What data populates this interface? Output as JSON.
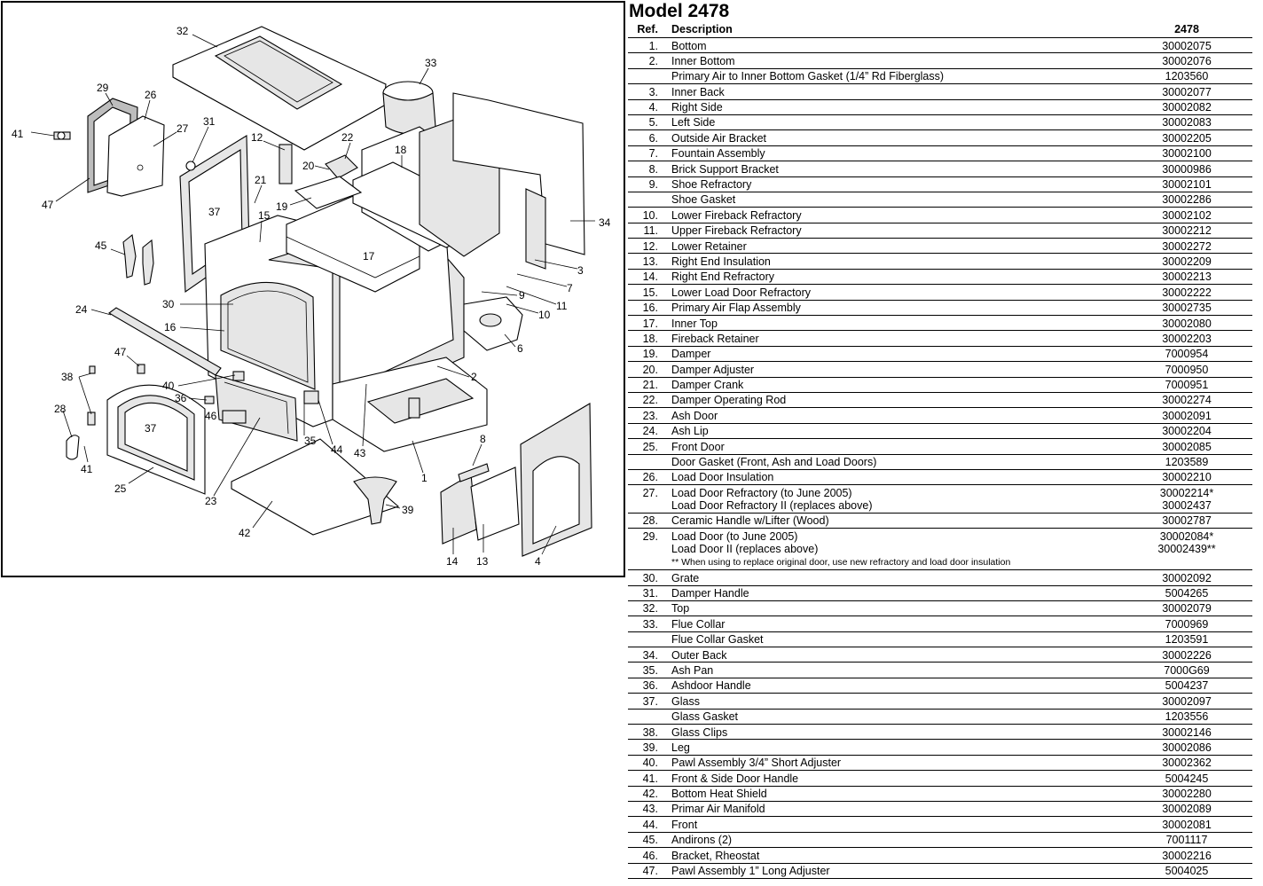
{
  "title": "Model 2478",
  "table": {
    "headers": {
      "ref": "Ref.",
      "description": "Description",
      "number": "2478"
    },
    "rows": [
      {
        "ref": "1.",
        "lines": [
          "Bottom"
        ],
        "nums": [
          "30002075"
        ]
      },
      {
        "ref": "2.",
        "lines": [
          "Inner Bottom"
        ],
        "nums": [
          "30002076"
        ]
      },
      {
        "ref": "",
        "lines": [
          "Primary Air to Inner Bottom Gasket (1/4” Rd Fiberglass)"
        ],
        "nums": [
          "1203560"
        ]
      },
      {
        "ref": "3.",
        "lines": [
          "Inner Back"
        ],
        "nums": [
          "30002077"
        ]
      },
      {
        "ref": "4.",
        "lines": [
          "Right Side"
        ],
        "nums": [
          "30002082"
        ]
      },
      {
        "ref": "5.",
        "lines": [
          "Left Side"
        ],
        "nums": [
          "30002083"
        ]
      },
      {
        "ref": "6.",
        "lines": [
          "Outside Air Bracket"
        ],
        "nums": [
          "30002205"
        ]
      },
      {
        "ref": "7.",
        "lines": [
          "Fountain Assembly"
        ],
        "nums": [
          "30002100"
        ]
      },
      {
        "ref": "8.",
        "lines": [
          "Brick Support Bracket"
        ],
        "nums": [
          "30000986"
        ]
      },
      {
        "ref": "9.",
        "lines": [
          "Shoe Refractory"
        ],
        "nums": [
          "30002101"
        ]
      },
      {
        "ref": "",
        "lines": [
          "Shoe Gasket"
        ],
        "nums": [
          "30002286"
        ]
      },
      {
        "ref": "10.",
        "lines": [
          "Lower Fireback Refractory"
        ],
        "nums": [
          "30002102"
        ]
      },
      {
        "ref": "11.",
        "lines": [
          "Upper Fireback Refractory"
        ],
        "nums": [
          "30002212"
        ]
      },
      {
        "ref": "12.",
        "lines": [
          "Lower Retainer"
        ],
        "nums": [
          "30002272"
        ]
      },
      {
        "ref": "13.",
        "lines": [
          "Right End Insulation"
        ],
        "nums": [
          "30002209"
        ]
      },
      {
        "ref": "14.",
        "lines": [
          "Right End Refractory"
        ],
        "nums": [
          "30002213"
        ]
      },
      {
        "ref": "15.",
        "lines": [
          "Lower Load Door Refractory"
        ],
        "nums": [
          "30002222"
        ]
      },
      {
        "ref": "16.",
        "lines": [
          "Primary Air Flap Assembly"
        ],
        "nums": [
          "30002735"
        ]
      },
      {
        "ref": "17.",
        "lines": [
          "Inner Top"
        ],
        "nums": [
          "30002080"
        ]
      },
      {
        "ref": "18.",
        "lines": [
          "Fireback Retainer"
        ],
        "nums": [
          "30002203"
        ]
      },
      {
        "ref": "19.",
        "lines": [
          "Damper"
        ],
        "nums": [
          "7000954"
        ]
      },
      {
        "ref": "20.",
        "lines": [
          "Damper Adjuster"
        ],
        "nums": [
          "7000950"
        ]
      },
      {
        "ref": "21.",
        "lines": [
          "Damper Crank"
        ],
        "nums": [
          "7000951"
        ]
      },
      {
        "ref": "22.",
        "lines": [
          "Damper Operating Rod"
        ],
        "nums": [
          "30002274"
        ]
      },
      {
        "ref": "23.",
        "lines": [
          "Ash Door"
        ],
        "nums": [
          "30002091"
        ]
      },
      {
        "ref": "24.",
        "lines": [
          "Ash Lip"
        ],
        "nums": [
          "30002204"
        ]
      },
      {
        "ref": "25.",
        "lines": [
          "Front Door"
        ],
        "nums": [
          "30002085"
        ]
      },
      {
        "ref": "",
        "lines": [
          "Door Gasket (Front, Ash and Load Doors)"
        ],
        "nums": [
          "1203589"
        ]
      },
      {
        "ref": "26.",
        "lines": [
          "Load Door Insulation"
        ],
        "nums": [
          "30002210"
        ]
      },
      {
        "ref": "27.",
        "lines": [
          "Load Door Refractory (to June 2005)",
          "Load Door Refractory II (replaces above)"
        ],
        "nums": [
          "30002214*",
          "30002437"
        ]
      },
      {
        "ref": "28.",
        "lines": [
          "Ceramic Handle w/Lifter (Wood)"
        ],
        "nums": [
          "30002787"
        ]
      },
      {
        "ref": "29.",
        "lines": [
          "Load Door (to June 2005)",
          "Load Door II (replaces above)"
        ],
        "nums": [
          "30002084*",
          "30002439**"
        ],
        "note": "** When using to replace original door, use new refractory and load door insulation"
      },
      {
        "ref": "30.",
        "lines": [
          "Grate"
        ],
        "nums": [
          "30002092"
        ]
      },
      {
        "ref": "31.",
        "lines": [
          "Damper Handle"
        ],
        "nums": [
          "5004265"
        ]
      },
      {
        "ref": "32.",
        "lines": [
          "Top"
        ],
        "nums": [
          "30002079"
        ]
      },
      {
        "ref": "33.",
        "lines": [
          "Flue Collar"
        ],
        "nums": [
          "7000969"
        ]
      },
      {
        "ref": "",
        "lines": [
          "Flue Collar Gasket"
        ],
        "nums": [
          "1203591"
        ]
      },
      {
        "ref": "34.",
        "lines": [
          "Outer Back"
        ],
        "nums": [
          "30002226"
        ]
      },
      {
        "ref": "35.",
        "lines": [
          "Ash Pan"
        ],
        "nums": [
          "7000G69"
        ]
      },
      {
        "ref": "36.",
        "lines": [
          "Ashdoor Handle"
        ],
        "nums": [
          "5004237"
        ]
      },
      {
        "ref": "37.",
        "lines": [
          "Glass"
        ],
        "nums": [
          "30002097"
        ]
      },
      {
        "ref": "",
        "lines": [
          "Glass Gasket"
        ],
        "nums": [
          "1203556"
        ]
      },
      {
        "ref": "38.",
        "lines": [
          "Glass Clips"
        ],
        "nums": [
          "30002146"
        ]
      },
      {
        "ref": "39.",
        "lines": [
          "Leg"
        ],
        "nums": [
          "30002086"
        ]
      },
      {
        "ref": "40.",
        "lines": [
          "Pawl Assembly 3/4” Short Adjuster"
        ],
        "nums": [
          "30002362"
        ]
      },
      {
        "ref": "41.",
        "lines": [
          "Front & Side Door Handle"
        ],
        "nums": [
          "5004245"
        ]
      },
      {
        "ref": "42.",
        "lines": [
          "Bottom Heat Shield"
        ],
        "nums": [
          "30002280"
        ]
      },
      {
        "ref": "43.",
        "lines": [
          "Primar Air Manifold"
        ],
        "nums": [
          "30002089"
        ]
      },
      {
        "ref": "44.",
        "lines": [
          "Front"
        ],
        "nums": [
          "30002081"
        ]
      },
      {
        "ref": "45.",
        "lines": [
          "Andirons (2)"
        ],
        "nums": [
          "7001117"
        ]
      },
      {
        "ref": "46.",
        "lines": [
          "Bracket, Rheostat"
        ],
        "nums": [
          "30002216"
        ]
      },
      {
        "ref": "47.",
        "lines": [
          "Pawl Assembly 1” Long Adjuster"
        ],
        "nums": [
          "5004025"
        ]
      }
    ]
  },
  "diagram": {
    "callouts": [
      "32",
      "33",
      "29",
      "26",
      "27",
      "31",
      "41",
      "12",
      "22",
      "18",
      "20",
      "47",
      "21",
      "37",
      "19",
      "15",
      "34",
      "45",
      "17",
      "3",
      "7",
      "11",
      "9",
      "10",
      "30",
      "24",
      "6",
      "16",
      "47",
      "2",
      "38",
      "40",
      "36",
      "46",
      "28",
      "37",
      "35",
      "44",
      "43",
      "8",
      "41",
      "25",
      "23",
      "1",
      "39",
      "42",
      "14",
      "13",
      "4"
    ]
  }
}
